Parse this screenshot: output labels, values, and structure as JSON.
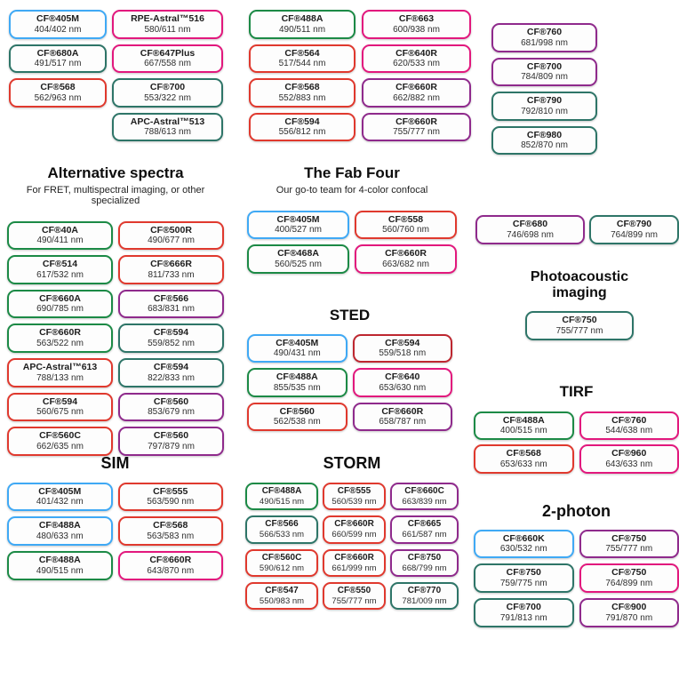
{
  "colors": {
    "blue": "#3FA9F5",
    "green": "#1C8A46",
    "teal": "#2E7568",
    "red": "#E0392E",
    "darkred": "#BE2730",
    "magenta": "#E2187D",
    "purple": "#8F2A8C"
  },
  "chart_data": {
    "type": "table",
    "top_columns": [
      {
        "pills": [
          {
            "name": "CF®405M",
            "ex_em": "404/402 nm",
            "color": "blue"
          },
          {
            "name": "CF®680A",
            "ex_em": "491/517 nm",
            "color": "teal"
          },
          {
            "name": "CF®568",
            "ex_em": "562/963 nm",
            "color": "red"
          }
        ]
      },
      {
        "pills": [
          {
            "name": "RPE-Astral™516",
            "ex_em": "580/611 nm",
            "color": "magenta"
          },
          {
            "name": "CF®647Plus",
            "ex_em": "667/558 nm",
            "color": "magenta"
          },
          {
            "name": "CF®700",
            "ex_em": "553/322 nm",
            "color": "teal"
          },
          {
            "name": "APC-Astral™513",
            "ex_em": "788/613 nm",
            "color": "teal"
          }
        ]
      },
      {
        "pills": [
          {
            "name": "CF®488A",
            "ex_em": "490/511 nm",
            "color": "green"
          },
          {
            "name": "CF®564",
            "ex_em": "517/544 nm",
            "color": "red"
          },
          {
            "name": "CF®568",
            "ex_em": "552/883 nm",
            "color": "red"
          },
          {
            "name": "CF®594",
            "ex_em": "556/812 nm",
            "color": "red"
          }
        ]
      },
      {
        "pills": [
          {
            "name": "CF®663",
            "ex_em": "600/938 nm",
            "color": "magenta"
          },
          {
            "name": "CF®640R",
            "ex_em": "620/533 nm",
            "color": "magenta"
          },
          {
            "name": "CF®660R",
            "ex_em": "662/882 nm",
            "color": "purple"
          },
          {
            "name": "CF®660R",
            "ex_em": "755/777 nm",
            "color": "purple"
          }
        ]
      },
      {
        "pills": [
          {
            "name": "CF®760",
            "ex_em": "681/998 nm",
            "color": "purple"
          },
          {
            "name": "CF®700",
            "ex_em": "784/809 nm",
            "color": "purple"
          },
          {
            "name": "CF®790",
            "ex_em": "792/810 nm",
            "color": "teal"
          },
          {
            "name": "CF®980",
            "ex_em": "852/870 nm",
            "color": "teal"
          }
        ]
      }
    ],
    "sections": {
      "alternative": {
        "title": "Alternative spectra",
        "subtitle": "For FRET, multispectral imaging, or other specialized",
        "pills": [
          {
            "name": "CF®40A",
            "ex_em": "490/411 nm",
            "color": "green"
          },
          {
            "name": "CF®500R",
            "ex_em": "490/677 nm",
            "color": "red"
          },
          {
            "name": "CF®514",
            "ex_em": "617/532 nm",
            "color": "green"
          },
          {
            "name": "CF®666R",
            "ex_em": "811/733 nm",
            "color": "red"
          },
          {
            "name": "CF®660A",
            "ex_em": "690/785 nm",
            "color": "green"
          },
          {
            "name": "CF®566",
            "ex_em": "683/831 nm",
            "color": "purple"
          },
          {
            "name": "CF®660R",
            "ex_em": "563/522 nm",
            "color": "green"
          },
          {
            "name": "CF®594",
            "ex_em": "559/852 nm",
            "color": "teal"
          },
          {
            "name": "APC-Astral™613",
            "ex_em": "788/133 nm",
            "color": "red"
          },
          {
            "name": "CF®594",
            "ex_em": "822/833 nm",
            "color": "teal"
          },
          {
            "name": "CF®594",
            "ex_em": "560/675 nm",
            "color": "red"
          },
          {
            "name": "CF®560",
            "ex_em": "853/679 nm",
            "color": "purple"
          },
          {
            "name": "CF®560C",
            "ex_em": "662/635 nm",
            "color": "red"
          },
          {
            "name": "CF®560",
            "ex_em": "797/879 nm",
            "color": "purple"
          }
        ]
      },
      "fab_four": {
        "title": "The Fab Four",
        "subtitle": "Our go-to team for 4-color confocal",
        "pills": [
          {
            "name": "CF®405M",
            "ex_em": "400/527 nm",
            "color": "blue"
          },
          {
            "name": "CF®558",
            "ex_em": "560/760 nm",
            "color": "red"
          },
          {
            "name": "CF®468A",
            "ex_em": "560/525 nm",
            "color": "green"
          },
          {
            "name": "CF®660R",
            "ex_em": "663/682 nm",
            "color": "magenta"
          }
        ]
      },
      "right_pair": {
        "pills": [
          {
            "name": "CF®680",
            "ex_em": "746/698 nm",
            "color": "purple"
          },
          {
            "name": "CF®790",
            "ex_em": "764/899 nm",
            "color": "teal"
          }
        ]
      },
      "sted": {
        "title": "STED",
        "pills": [
          {
            "name": "CF®405M",
            "ex_em": "490/431 nm",
            "color": "blue"
          },
          {
            "name": "CF®594",
            "ex_em": "559/518 nm",
            "color": "darkred"
          },
          {
            "name": "CF®488A",
            "ex_em": "855/535 nm",
            "color": "green"
          },
          {
            "name": "CF®640",
            "ex_em": "653/630 nm",
            "color": "magenta"
          },
          {
            "name": "CF®560",
            "ex_em": "562/538 nm",
            "color": "red"
          },
          {
            "name": "CF®660R",
            "ex_em": "658/787 nm",
            "color": "purple"
          }
        ]
      },
      "photoacoustic": {
        "title": "Photoacoustic imaging",
        "pills": [
          {
            "name": "CF®750",
            "ex_em": "755/777 nm",
            "color": "teal"
          }
        ]
      },
      "tirf": {
        "title": "TIRF",
        "pills": [
          {
            "name": "CF®488A",
            "ex_em": "400/515 nm",
            "color": "green"
          },
          {
            "name": "CF®760",
            "ex_em": "544/638 nm",
            "color": "magenta"
          },
          {
            "name": "CF®568",
            "ex_em": "653/633 nm",
            "color": "red"
          },
          {
            "name": "CF®960",
            "ex_em": "643/633 nm",
            "color": "magenta"
          }
        ]
      },
      "sim": {
        "title": "SIM",
        "pills": [
          {
            "name": "CF®405M",
            "ex_em": "401/432 nm",
            "color": "blue"
          },
          {
            "name": "CF®555",
            "ex_em": "563/590 nm",
            "color": "red"
          },
          {
            "name": "CF®488A",
            "ex_em": "480/633 nm",
            "color": "blue"
          },
          {
            "name": "CF®568",
            "ex_em": "563/583 nm",
            "color": "red"
          },
          {
            "name": "CF®488A",
            "ex_em": "490/515 nm",
            "color": "green"
          },
          {
            "name": "CF®660R",
            "ex_em": "643/870 nm",
            "color": "magenta"
          }
        ]
      },
      "storm": {
        "title": "STORM",
        "pills": [
          {
            "name": "CF®488A",
            "ex_em": "490/515 nm",
            "color": "green"
          },
          {
            "name": "CF®555",
            "ex_em": "560/539 nm",
            "color": "red"
          },
          {
            "name": "CF®660C",
            "ex_em": "663/839 nm",
            "color": "purple"
          },
          {
            "name": "CF®566",
            "ex_em": "566/533 nm",
            "color": "teal"
          },
          {
            "name": "CF®660R",
            "ex_em": "660/599 nm",
            "color": "red"
          },
          {
            "name": "CF®665",
            "ex_em": "661/587 nm",
            "color": "purple"
          },
          {
            "name": "CF®560C",
            "ex_em": "590/612 nm",
            "color": "red"
          },
          {
            "name": "CF®660R",
            "ex_em": "661/999 nm",
            "color": "red"
          },
          {
            "name": "CF®750",
            "ex_em": "668/799 nm",
            "color": "purple"
          },
          {
            "name": "CF®547",
            "ex_em": "550/983 nm",
            "color": "red"
          },
          {
            "name": "CF®550",
            "ex_em": "755/777 nm",
            "color": "red"
          },
          {
            "name": "CF®770",
            "ex_em": "781/009 nm",
            "color": "teal"
          }
        ]
      },
      "two_photon": {
        "title": "2-photon",
        "pills": [
          {
            "name": "CF®660K",
            "ex_em": "630/532 nm",
            "color": "blue"
          },
          {
            "name": "CF®750",
            "ex_em": "755/777 nm",
            "color": "purple"
          },
          {
            "name": "CF®750",
            "ex_em": "759/775 nm",
            "color": "teal"
          },
          {
            "name": "CF®750",
            "ex_em": "764/899 nm",
            "color": "magenta"
          },
          {
            "name": "CF®700",
            "ex_em": "791/813 nm",
            "color": "teal"
          },
          {
            "name": "CF®900",
            "ex_em": "791/870 nm",
            "color": "purple"
          }
        ]
      }
    }
  }
}
